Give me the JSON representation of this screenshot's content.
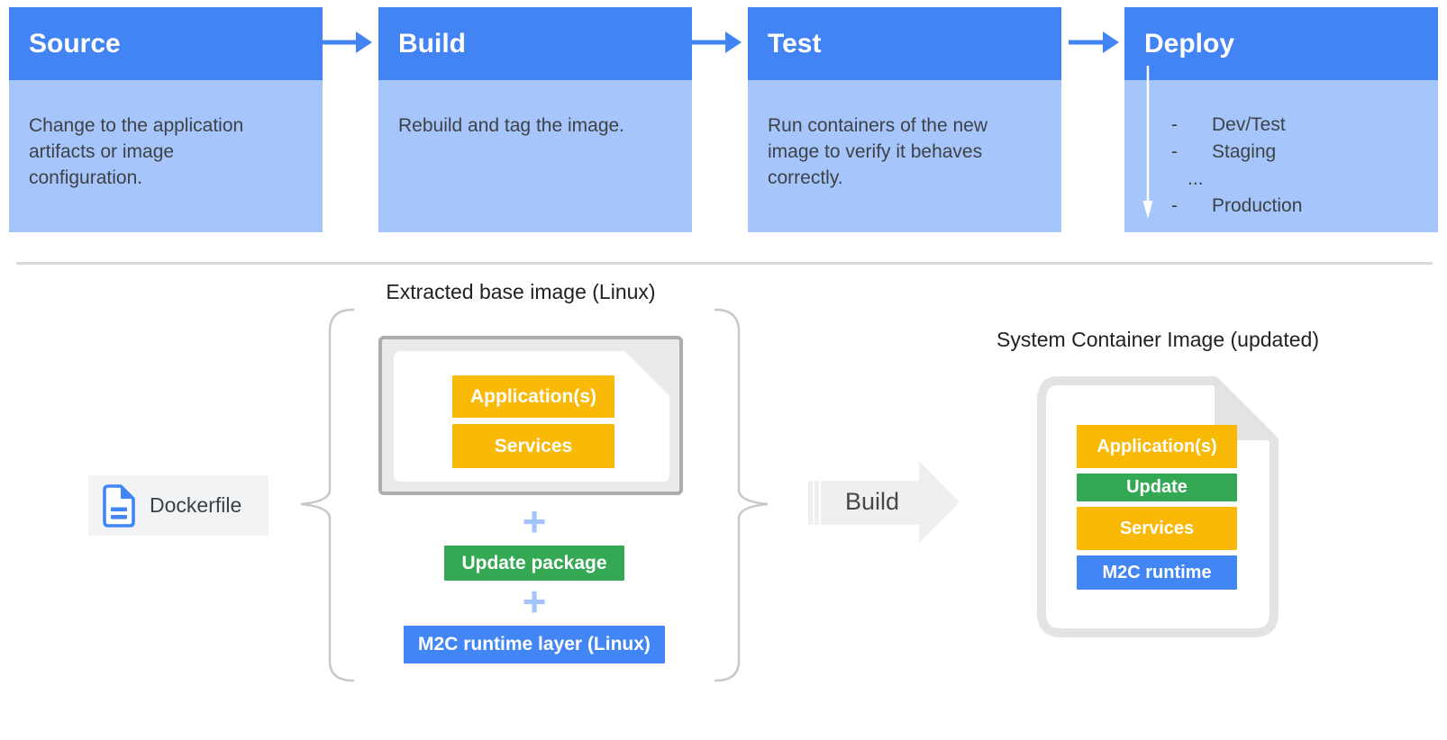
{
  "colors": {
    "header_blue": "#4284F3",
    "body_blue": "#A6C5FA",
    "accent_blue": "#4285F4",
    "plus_blue": "#A3C4FB",
    "yellow": "#FAB906",
    "green": "#34A853",
    "arrow_light_gray": "#EFEFEF",
    "card_gray": "#E9EAEA",
    "text_dark_gray": "#3E4247",
    "white": "#FFFFFF"
  },
  "pipeline": {
    "stages": [
      {
        "title": "Source",
        "description": "Change to the application artifacts or image configuration."
      },
      {
        "title": "Build",
        "description": "Rebuild and tag the image."
      },
      {
        "title": "Test",
        "description": "Run containers of the new image to verify it behaves correctly."
      },
      {
        "title": "Deploy",
        "items": [
          {
            "dash": "-",
            "label": "Dev/Test"
          },
          {
            "dash": "-",
            "label": "Staging"
          },
          {
            "dash": "",
            "label": "..."
          },
          {
            "dash": "-",
            "label": "Production"
          }
        ]
      }
    ]
  },
  "base_image": {
    "title": "Extracted base image (Linux)",
    "layers": [
      "Application(s)",
      "Services"
    ],
    "plus": "+",
    "update_package": "Update package",
    "runtime_layer": "M2C runtime layer (Linux)"
  },
  "dockerfile": {
    "label": "Dockerfile"
  },
  "build_arrow": {
    "label": "Build"
  },
  "result_image": {
    "title": "System Container Image (updated)",
    "layers": [
      {
        "label": "Application(s)",
        "color": "#FAB906"
      },
      {
        "label": "Update",
        "color": "#34A853"
      },
      {
        "label": "Services",
        "color": "#FAB906"
      },
      {
        "label": "M2C runtime",
        "color": "#4285F4"
      }
    ]
  }
}
